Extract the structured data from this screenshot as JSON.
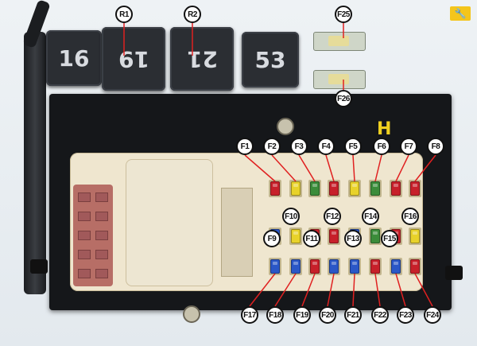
{
  "relays": [
    {
      "id": "R1",
      "number": "19"
    },
    {
      "id": "R2",
      "number": "21"
    },
    {
      "id": "R3",
      "number": "16"
    },
    {
      "id": "R4",
      "number": "53"
    }
  ],
  "maxi_fuses": [
    {
      "id": "F25"
    },
    {
      "id": "F26"
    }
  ],
  "fuses_top_row": [
    {
      "id": "F1",
      "color": "#c7202a"
    },
    {
      "id": "F2",
      "color": "#e8d22a"
    },
    {
      "id": "F3",
      "color": "#3b8c3a"
    },
    {
      "id": "F4",
      "color": "#c7202a"
    },
    {
      "id": "F5",
      "color": "#e8d22a"
    },
    {
      "id": "F6",
      "color": "#3b8c3a"
    },
    {
      "id": "F7",
      "color": "#c7202a"
    },
    {
      "id": "F8",
      "color": "#c7202a"
    }
  ],
  "fuses_middle_row": [
    {
      "id": "F9",
      "color": "#2a57c7"
    },
    {
      "id": "F10",
      "color": "#e8d22a"
    },
    {
      "id": "F11",
      "color": "#c7202a"
    },
    {
      "id": "F12",
      "color": "#c7202a"
    },
    {
      "id": "F13",
      "color": "#2a57c7"
    },
    {
      "id": "F14",
      "color": "#3b8c3a"
    },
    {
      "id": "F15",
      "color": "#c7202a"
    },
    {
      "id": "F16",
      "color": "#e8d22a"
    }
  ],
  "fuses_bottom_row": [
    {
      "id": "F17",
      "color": "#2a57c7"
    },
    {
      "id": "F18",
      "color": "#2a57c7"
    },
    {
      "id": "F19",
      "color": "#c7202a"
    },
    {
      "id": "F20",
      "color": "#2a57c7"
    },
    {
      "id": "F21",
      "color": "#2a57c7"
    },
    {
      "id": "F22",
      "color": "#c7202a"
    },
    {
      "id": "F23",
      "color": "#2a57c7"
    },
    {
      "id": "F24",
      "color": "#c7202a"
    }
  ],
  "relay_labels": {
    "r1": "R1",
    "r2": "R2"
  },
  "h_mark": "H",
  "corner_icon": "car-wrench-icon"
}
